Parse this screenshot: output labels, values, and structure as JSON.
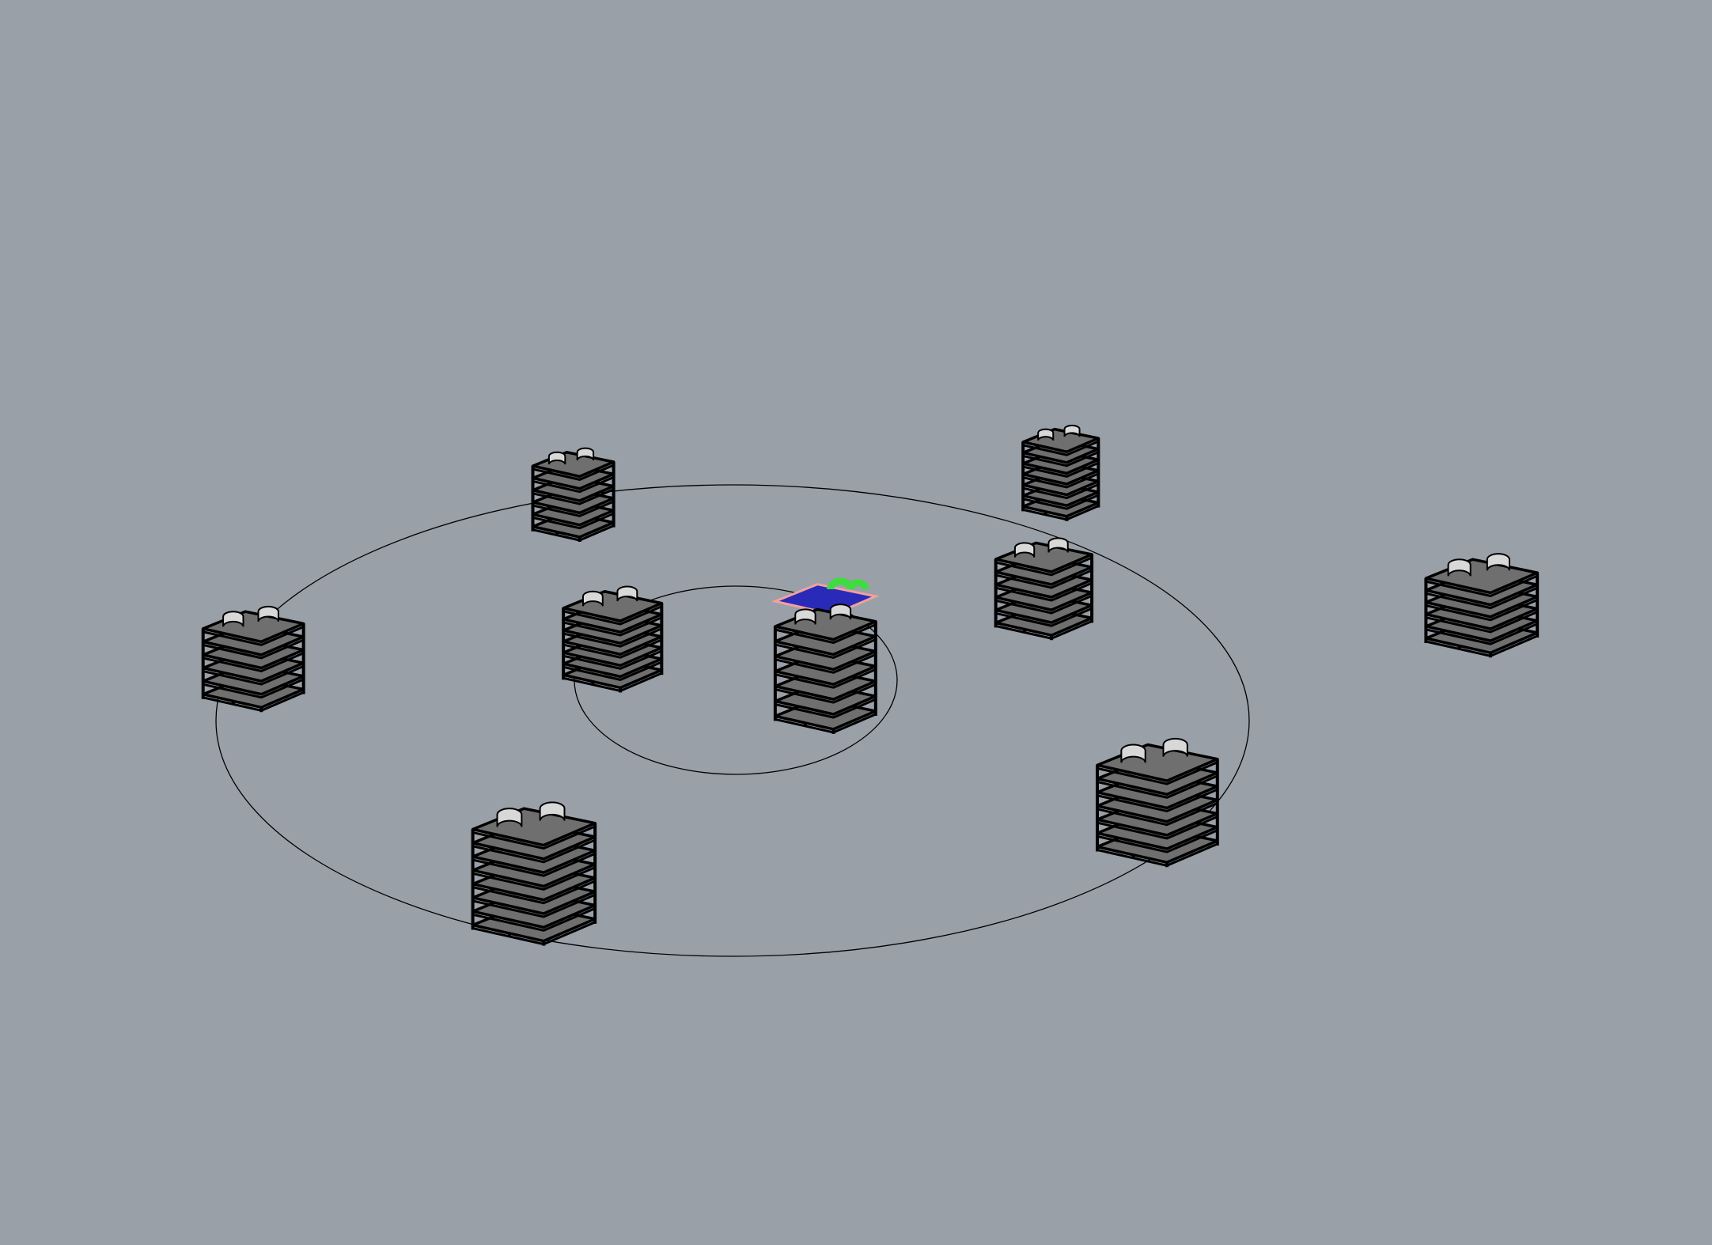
{
  "viewport": {
    "background": "#9aa0a8",
    "slab_fill": "#6f6f6f",
    "wall_fill": "#d8d8d8",
    "edge_color": "#000000",
    "selection_colors": {
      "highlight": "#3fdc3f",
      "frame": "#2a2ab8",
      "edge": "#f0a0a0"
    }
  },
  "scene": {
    "orbits": [
      "outer-ring",
      "inner-ring"
    ],
    "buildings": [
      {
        "id": "building-1",
        "floors": 6
      },
      {
        "id": "building-2",
        "floors": 7
      },
      {
        "id": "building-3",
        "floors": 6
      },
      {
        "id": "building-4",
        "floors": 7
      },
      {
        "id": "building-5",
        "floors": 7,
        "selected": true
      },
      {
        "id": "building-6",
        "floors": 6
      },
      {
        "id": "building-7",
        "floors": 6
      },
      {
        "id": "building-8",
        "floors": 7
      },
      {
        "id": "building-9",
        "floors": 8
      }
    ]
  }
}
